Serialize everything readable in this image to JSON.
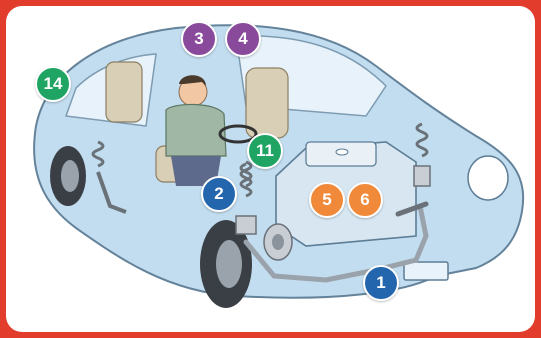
{
  "colors": {
    "border": "#e23c2c",
    "purple": "#8a4a9c",
    "green": "#1fa463",
    "blue": "#2466ad",
    "orange": "#f08a3a",
    "body_fill": "#bfdcef",
    "body_stroke": "#5c7d96"
  },
  "badges": {
    "b1": "1",
    "b2": "2",
    "b3": "3",
    "b4": "4",
    "b5": "5",
    "b6": "6",
    "b11": "11",
    "b14": "14"
  }
}
